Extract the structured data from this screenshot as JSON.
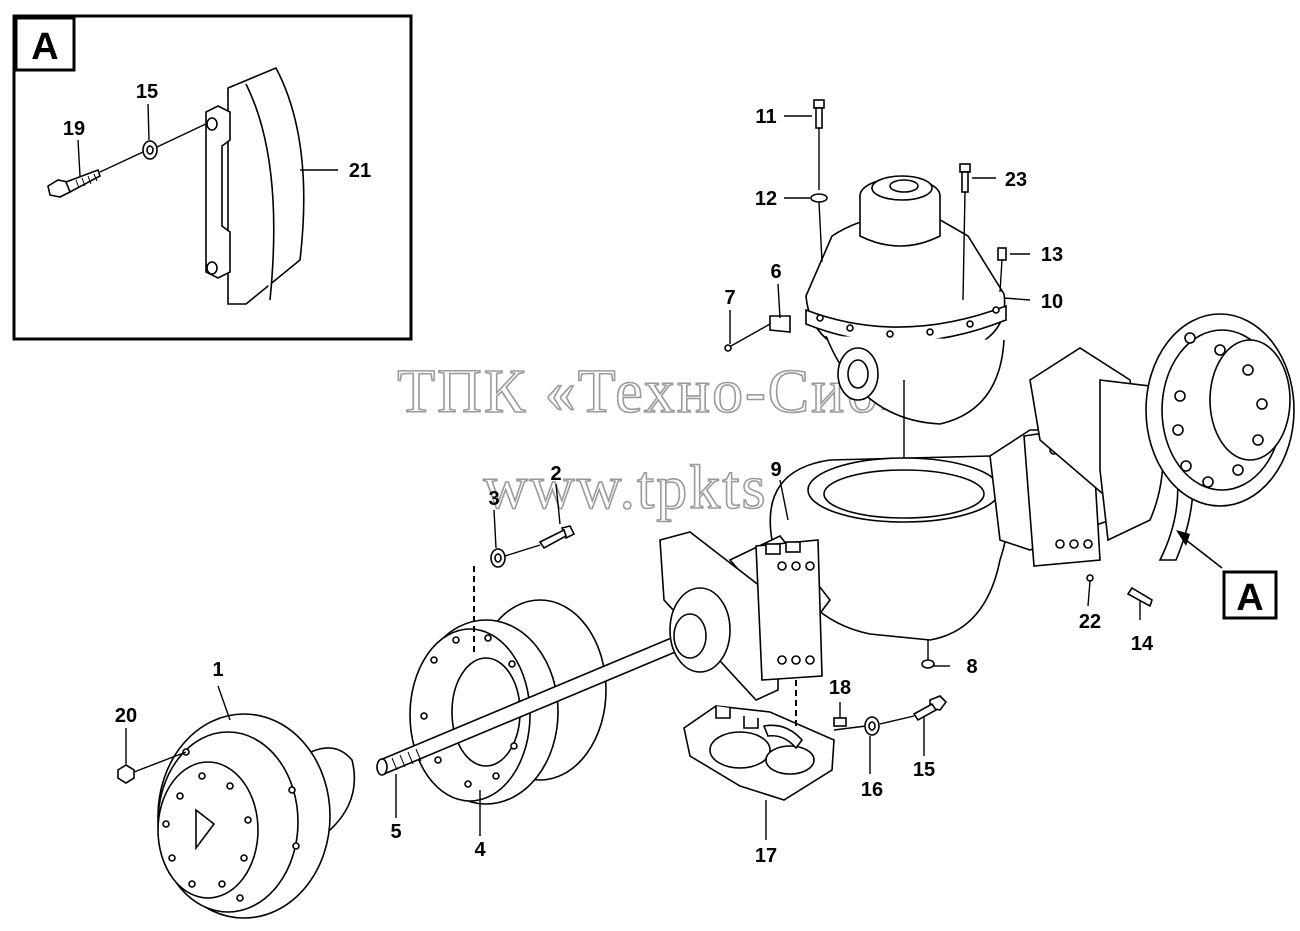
{
  "inset": {
    "label": "A"
  },
  "callouts": [
    {
      "id": "c1",
      "text": "1"
    },
    {
      "id": "c2",
      "text": "2"
    },
    {
      "id": "c3",
      "text": "3"
    },
    {
      "id": "c4",
      "text": "4"
    },
    {
      "id": "c5",
      "text": "5"
    },
    {
      "id": "c6",
      "text": "6"
    },
    {
      "id": "c7",
      "text": "7"
    },
    {
      "id": "c8",
      "text": "8"
    },
    {
      "id": "c9",
      "text": "9"
    },
    {
      "id": "c10",
      "text": "10"
    },
    {
      "id": "c11",
      "text": "11"
    },
    {
      "id": "c12",
      "text": "12"
    },
    {
      "id": "c13",
      "text": "13"
    },
    {
      "id": "c14",
      "text": "14"
    },
    {
      "id": "c15a",
      "text": "15"
    },
    {
      "id": "c15b",
      "text": "15"
    },
    {
      "id": "c16",
      "text": "16"
    },
    {
      "id": "c17",
      "text": "17"
    },
    {
      "id": "c18",
      "text": "18"
    },
    {
      "id": "c19",
      "text": "19"
    },
    {
      "id": "c20",
      "text": "20"
    },
    {
      "id": "c21",
      "text": "21"
    },
    {
      "id": "c22",
      "text": "22"
    },
    {
      "id": "c23",
      "text": "23"
    }
  ],
  "view_ref": {
    "label": "A"
  },
  "watermark": {
    "line1": "ТПК «Техно-Сиб»",
    "line2": "www.tpkts.ru"
  }
}
